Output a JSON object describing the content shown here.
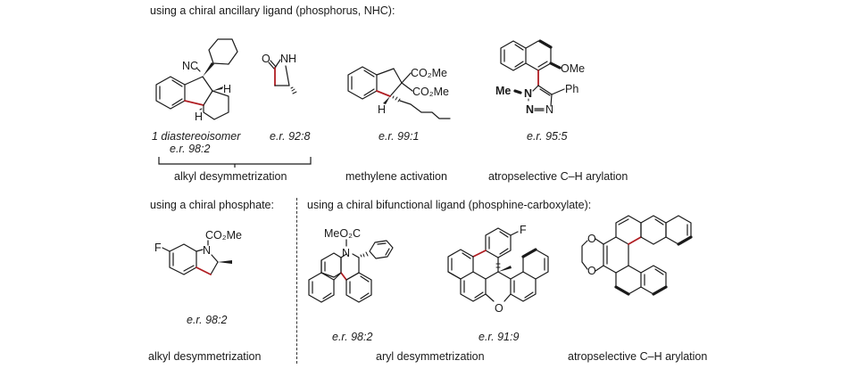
{
  "sections": {
    "top_heading": "using a chiral ancillary ligand (phosphorus, NHC):",
    "bottom_left_heading": "using a chiral phosphate:",
    "bottom_right_heading": "using a chiral bifunctional ligand (phosphine-carboxylate):"
  },
  "compounds": {
    "fluorene_nitrile": {
      "labels": {
        "nc": "NC",
        "h_top": "H",
        "h_bottom": "H"
      },
      "caption_line1": "1 diastereoisomer",
      "caption_line2": "e.r. 98:2"
    },
    "beta_lactam": {
      "labels": {
        "o": "O",
        "nh": "NH"
      },
      "caption": "e.r. 92:8"
    },
    "indane_diester": {
      "labels": {
        "ester1": "CO₂Me",
        "ester2": "CO₂Me",
        "h": "H"
      },
      "caption": "e.r. 99:1"
    },
    "naphthyl_triazole": {
      "labels": {
        "ome": "OMe",
        "me": "Me",
        "n1": "N",
        "n2": "N",
        "n3": "N",
        "ph": "Ph"
      },
      "caption": "e.r. 95:5"
    },
    "fluoro_indoline": {
      "labels": {
        "f": "F",
        "n": "N",
        "ester": "CO₂Me"
      },
      "caption": "e.r. 98:2"
    },
    "aza_helicene": {
      "labels": {
        "ester": "MeO₂C",
        "n": "N"
      },
      "caption": "e.r. 98:2"
    },
    "oxa_helicene": {
      "labels": {
        "f": "F",
        "o": "O"
      },
      "caption": "e.r. 91:9"
    },
    "dioxino_helicene": {
      "labels": {
        "o1": "O",
        "o2": "O"
      }
    }
  },
  "categories": {
    "alkyl_desymmetrization_top": "alkyl desymmetrization",
    "methylene_activation": "methylene activation",
    "atropselective_top": "atropselective C–H arylation",
    "alkyl_desymmetrization_bottom": "alkyl desymmetrization",
    "aryl_desymmetrization": "aryl desymmetrization",
    "atropselective_bottom": "atropselective C–H arylation"
  },
  "colors": {
    "formed_bond": "#b01e23",
    "ink": "#1a1a1a"
  }
}
